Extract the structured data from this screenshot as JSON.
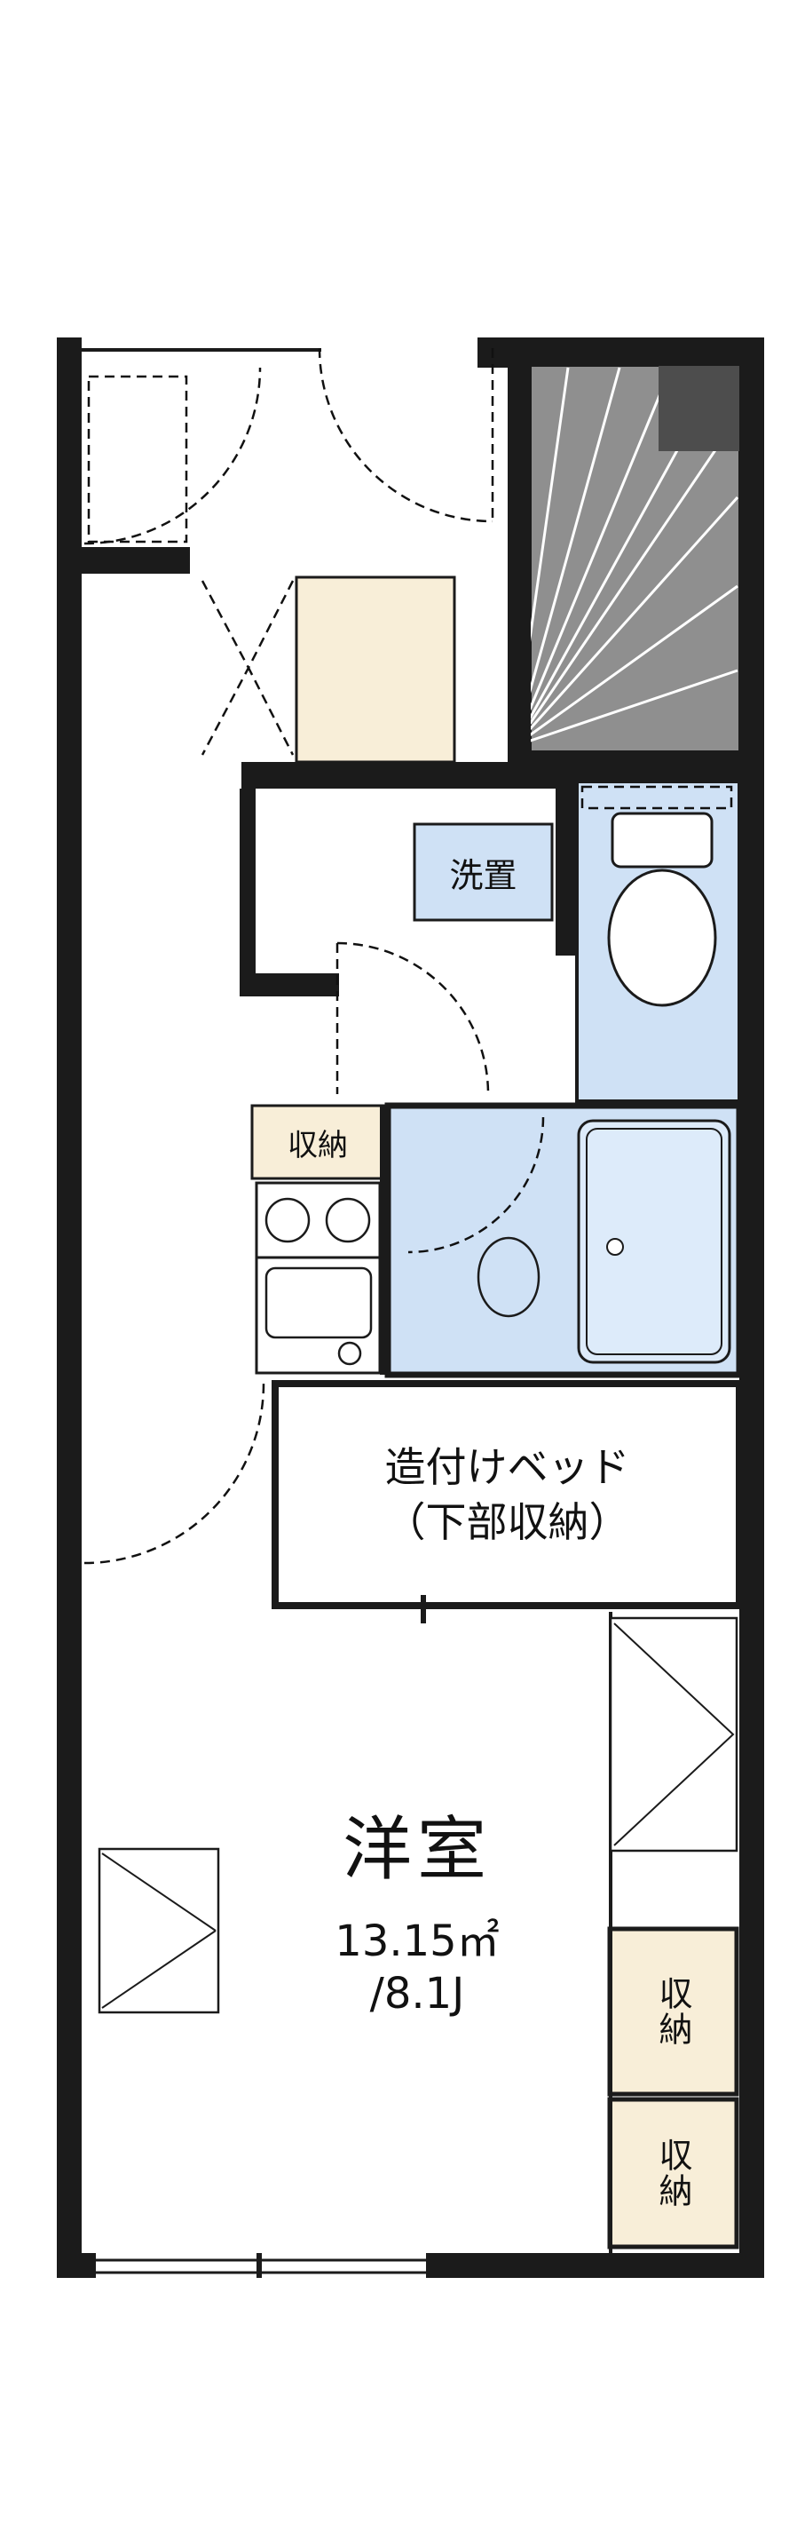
{
  "floorplan": {
    "rooms": {
      "washer_label": "洗置",
      "hall_storage_label": "収納",
      "bed_label_line1": "造付けベッド",
      "bed_label_line2": "（下部収納）",
      "main_room_name": "洋室",
      "main_room_area_sqm": "13.15㎡",
      "main_room_area_tatami": "/8.1J",
      "closet_top_label": "収納",
      "closet_bottom_label": "収納"
    },
    "colors": {
      "wall": "#1b1b1b",
      "water": "#cfe1f5",
      "tub": "#ddebfa",
      "cream": "#f8eed8",
      "stair": "#8f8f8f",
      "stair_dark": "#4d4d4d",
      "background": "#ffffff"
    }
  }
}
